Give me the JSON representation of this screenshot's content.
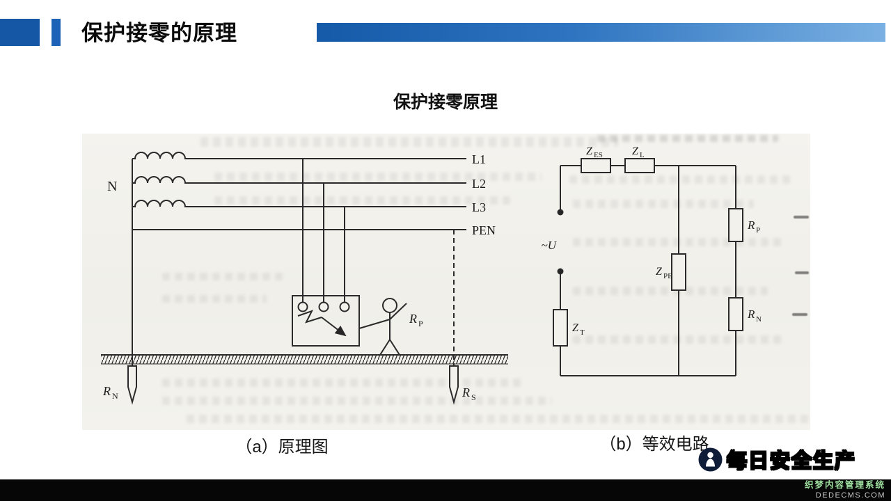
{
  "header": {
    "title": "保护接零的原理"
  },
  "colors": {
    "accent_blue": "#1557a5",
    "bar_blue_light": "#7ab0e2",
    "footer_green": "#9fe0a0"
  },
  "figure": {
    "subtitle": "保护接零原理",
    "caption_a": "（a）原理图",
    "caption_b": "（b）等效电路",
    "diagram_a": {
      "n_label": "N",
      "l1": "L1",
      "l2": "L2",
      "l3": "L3",
      "pen": "PEN",
      "rp_m": "R",
      "rp_s": "P",
      "rn_m": "R",
      "rn_s": "N",
      "rs_m": "R",
      "rs_s": "S"
    },
    "diagram_b": {
      "u": "~U",
      "zes_m": "Z",
      "zes_s": "ES",
      "zl_m": "Z",
      "zl_s": "L",
      "zpe_m": "Z",
      "zpe_s": "PE",
      "zt_m": "Z",
      "zt_s": "T",
      "rp_m": "R",
      "rp_s": "P",
      "rn_m": "R",
      "rn_s": "N"
    }
  },
  "watermark": {
    "text": "每日安全生产"
  },
  "footer": {
    "line1": "织梦内容管理系统",
    "line2": "DEDECMS.COM"
  }
}
